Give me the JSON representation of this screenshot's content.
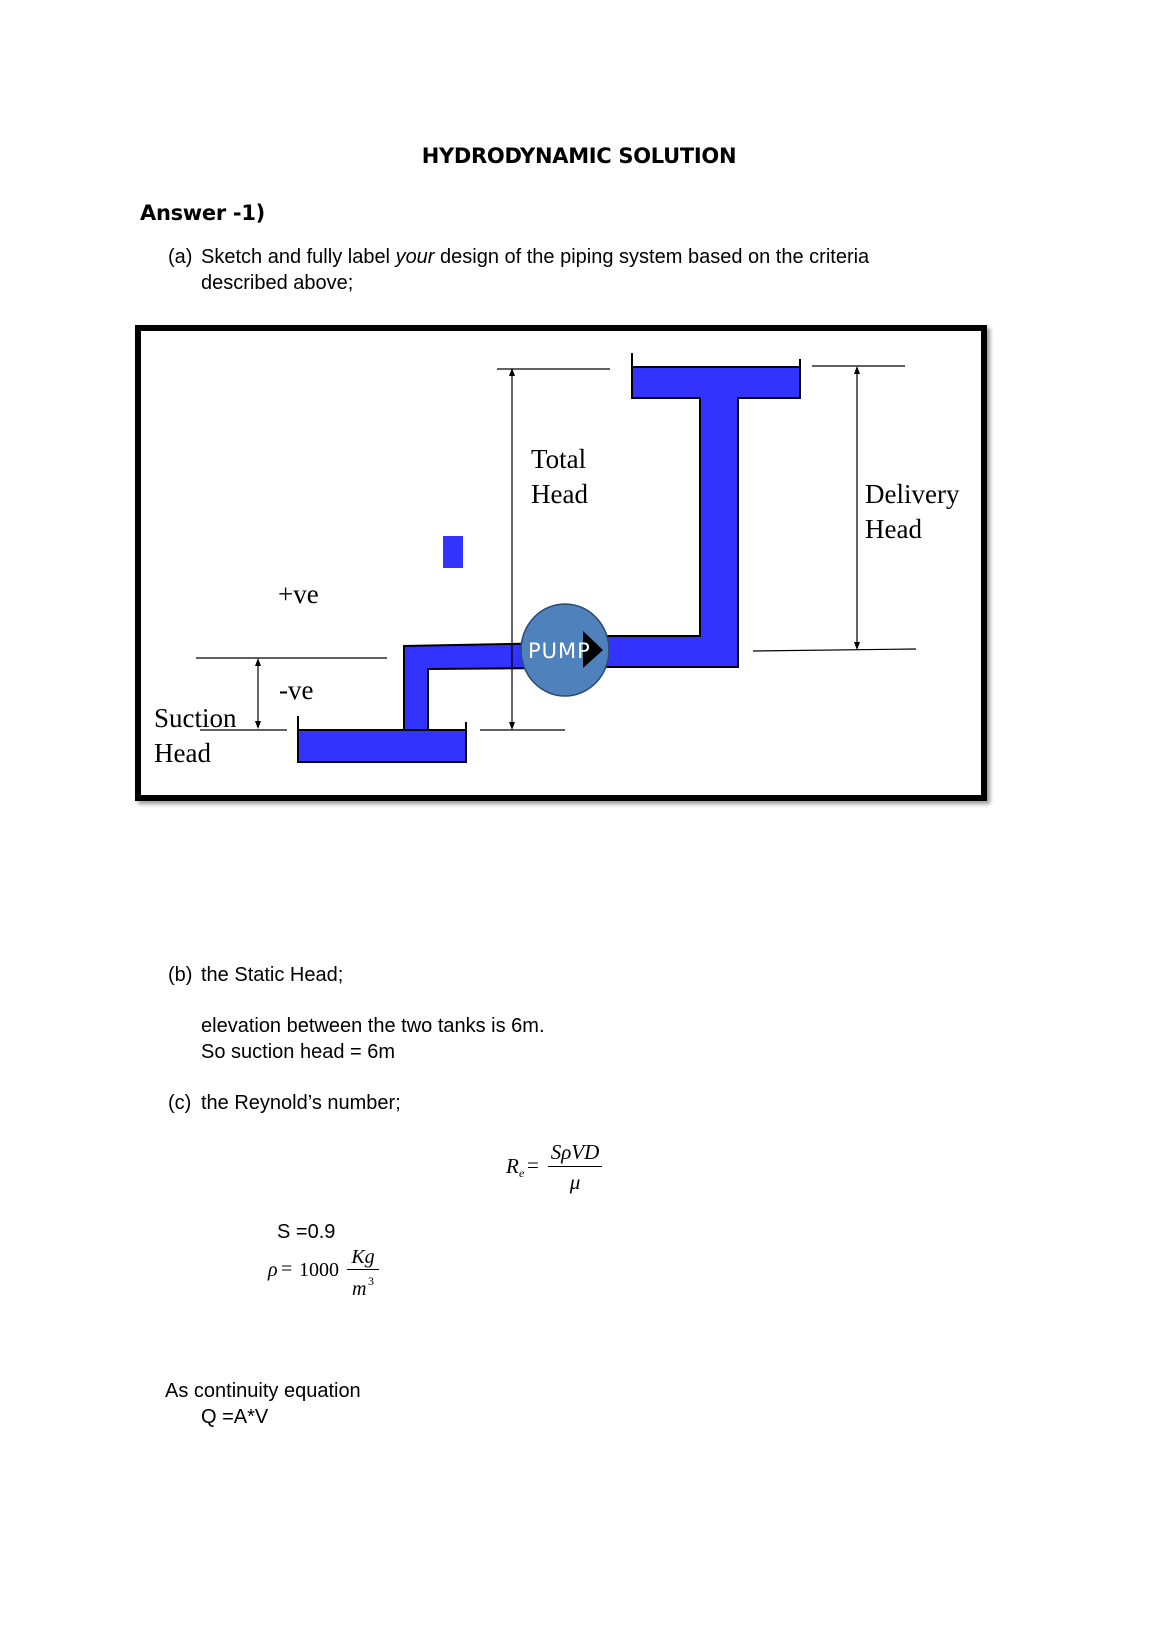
{
  "title": "HYDRODYNAMIC SOLUTION",
  "answer_heading": "Answer -1)",
  "part_a": {
    "marker": "(a)",
    "text_before": "Sketch and fully label ",
    "text_italic": "your",
    "text_after": " design of the piping system based on the criteria",
    "text_line2": "described above;"
  },
  "diagram": {
    "total_head_line1": "Total",
    "total_head_line2": "Head",
    "delivery_head_line1": "Delivery",
    "delivery_head_line2": "Head",
    "suction_head_line1": "Suction",
    "suction_head_line2": "Head",
    "positive_label": "+ve",
    "negative_label": "-ve",
    "pump_label": "PUMP",
    "water_color": "#3333ff",
    "pump_color": "#4f81bd"
  },
  "part_b": {
    "marker": "(b)",
    "text": "the Static Head;",
    "line1": "elevation between the two tanks is 6m.",
    "line2": "So suction head = 6m"
  },
  "part_c": {
    "marker": "(c)",
    "text": "the Reynold’s number;",
    "formula_lhs": "R",
    "formula_sub": "e",
    "formula_eq": "=",
    "formula_num": "SρVD",
    "formula_den": "μ",
    "s_value": "S =0.9",
    "rho_lhs": "ρ",
    "rho_eq": "=",
    "rho_value": "1000",
    "rho_unit_num": "Kg",
    "rho_unit_den": "m",
    "rho_unit_exp": "3"
  },
  "continuity": {
    "line1": "As continuity equation",
    "line2": "Q =A*V"
  }
}
